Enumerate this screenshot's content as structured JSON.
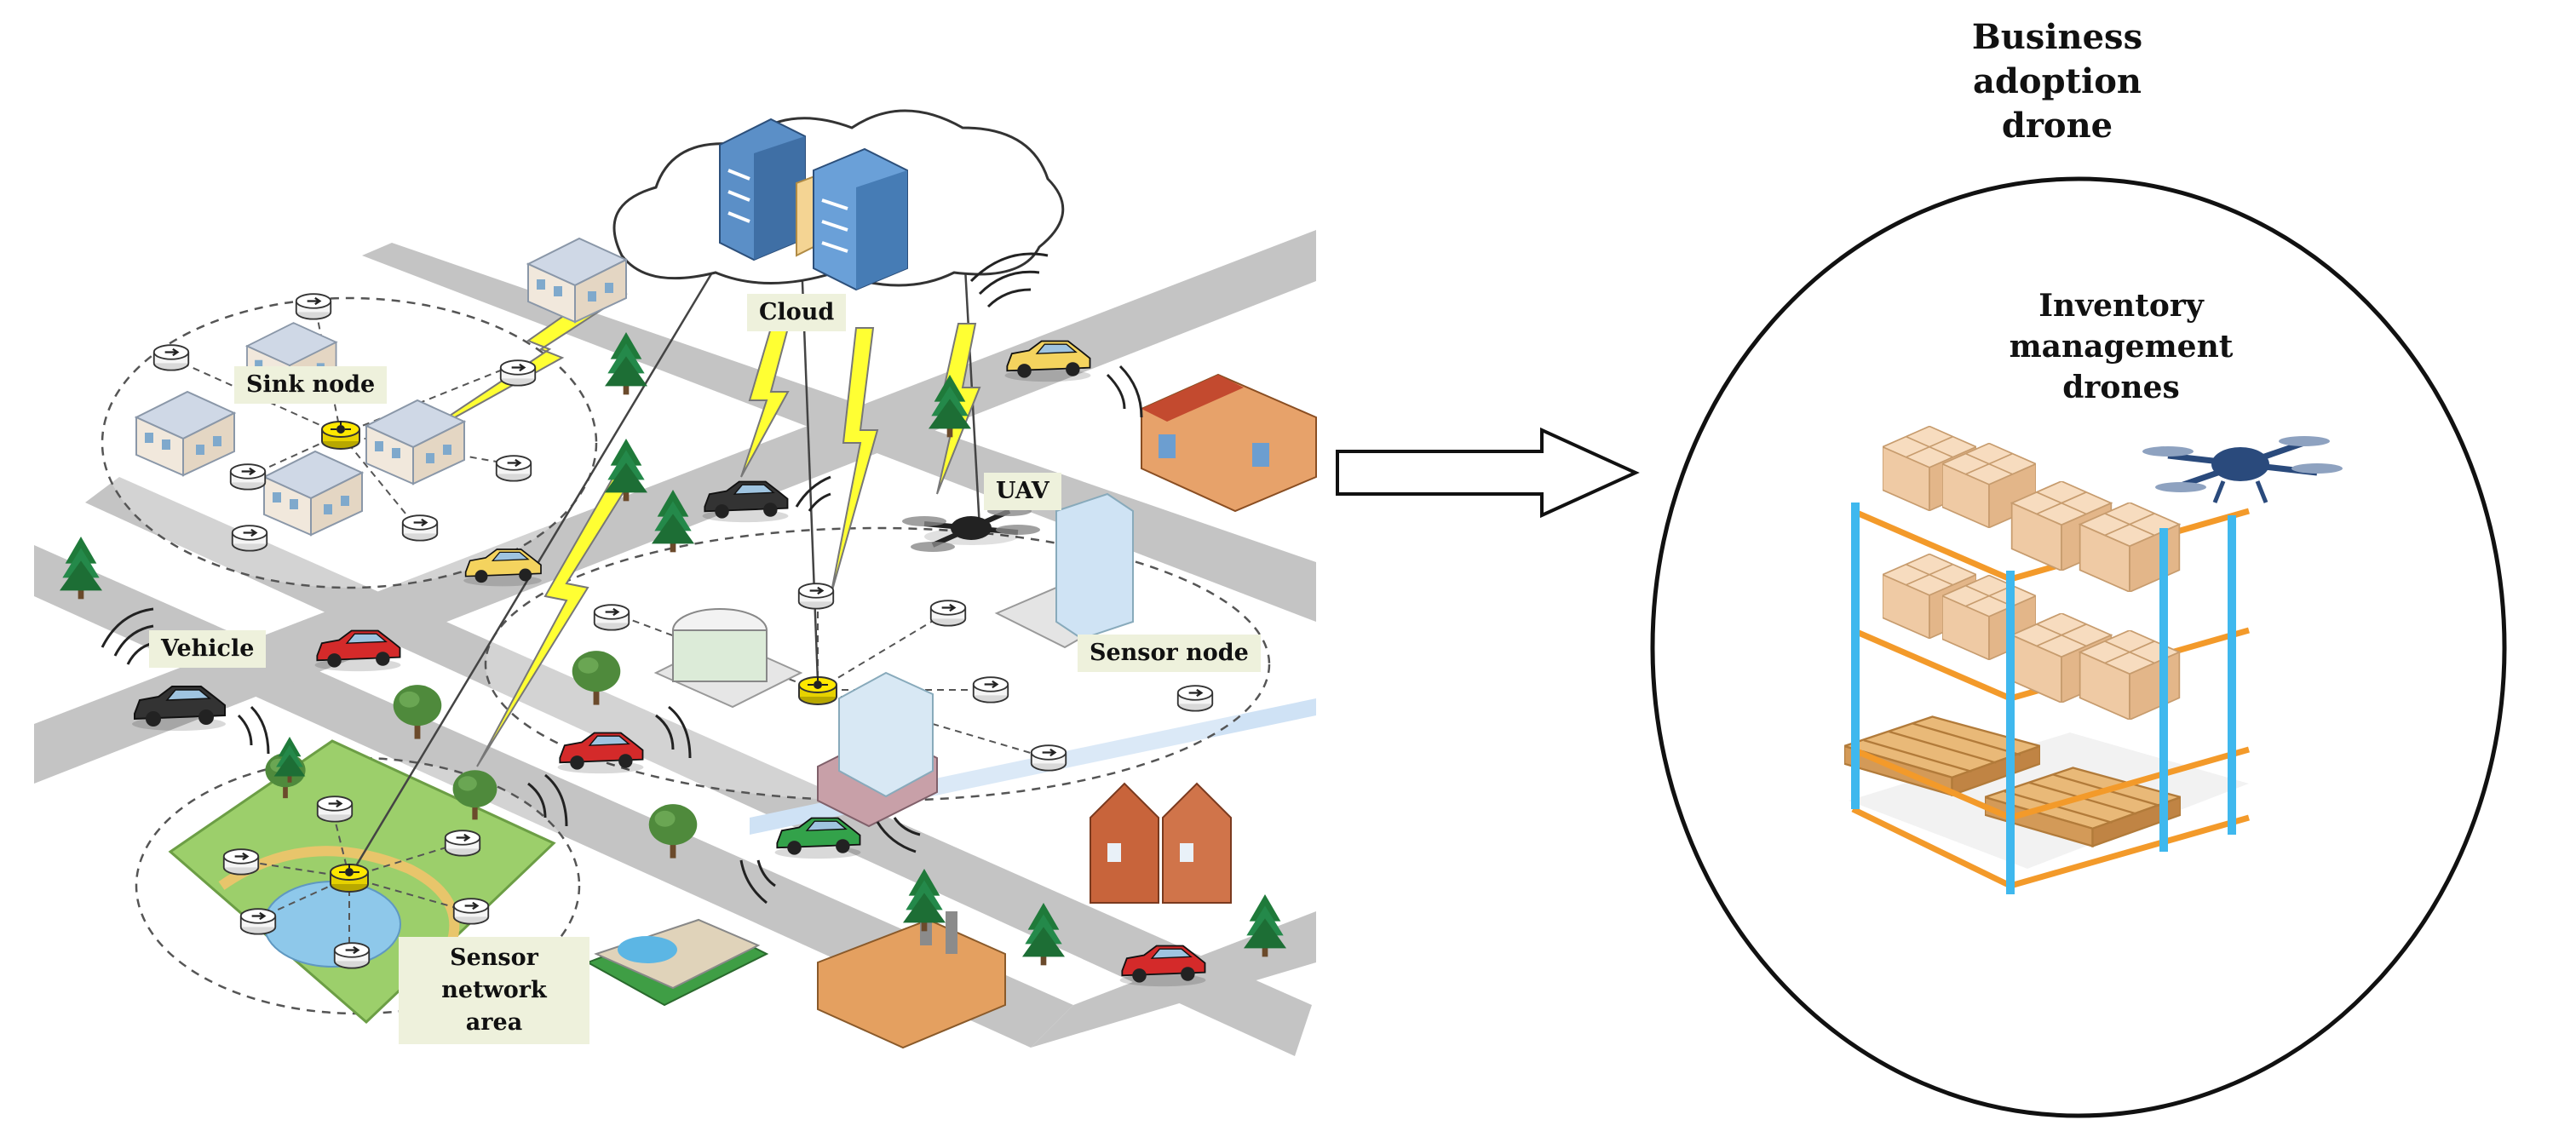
{
  "labels": {
    "cloud": "Cloud",
    "sink_node": "Sink node",
    "uav": "UAV",
    "vehicle": "Vehicle",
    "sensor_node": "Sensor node",
    "sensor_network_area": [
      "Sensor",
      "network",
      "area"
    ]
  },
  "business_title": [
    "Business",
    "adoption",
    "drone"
  ],
  "inventory_title": [
    "Inventory",
    "management",
    "drones"
  ],
  "colors": {
    "road": "#c4c4c4",
    "lightning": "#ffff33",
    "label_bg": "#eef1dc",
    "drone": "#2a4a7c",
    "shelf_upright": "#3fb8ee",
    "shelf_beam": "#f39a2a"
  },
  "icons": [
    "cloud-icon",
    "building-icon",
    "lightning-icon",
    "car-icon",
    "tree-icon",
    "uav-icon",
    "sensor-node-icon",
    "sink-node-icon",
    "arrow-icon",
    "drone-icon",
    "pallet-box-icon"
  ]
}
